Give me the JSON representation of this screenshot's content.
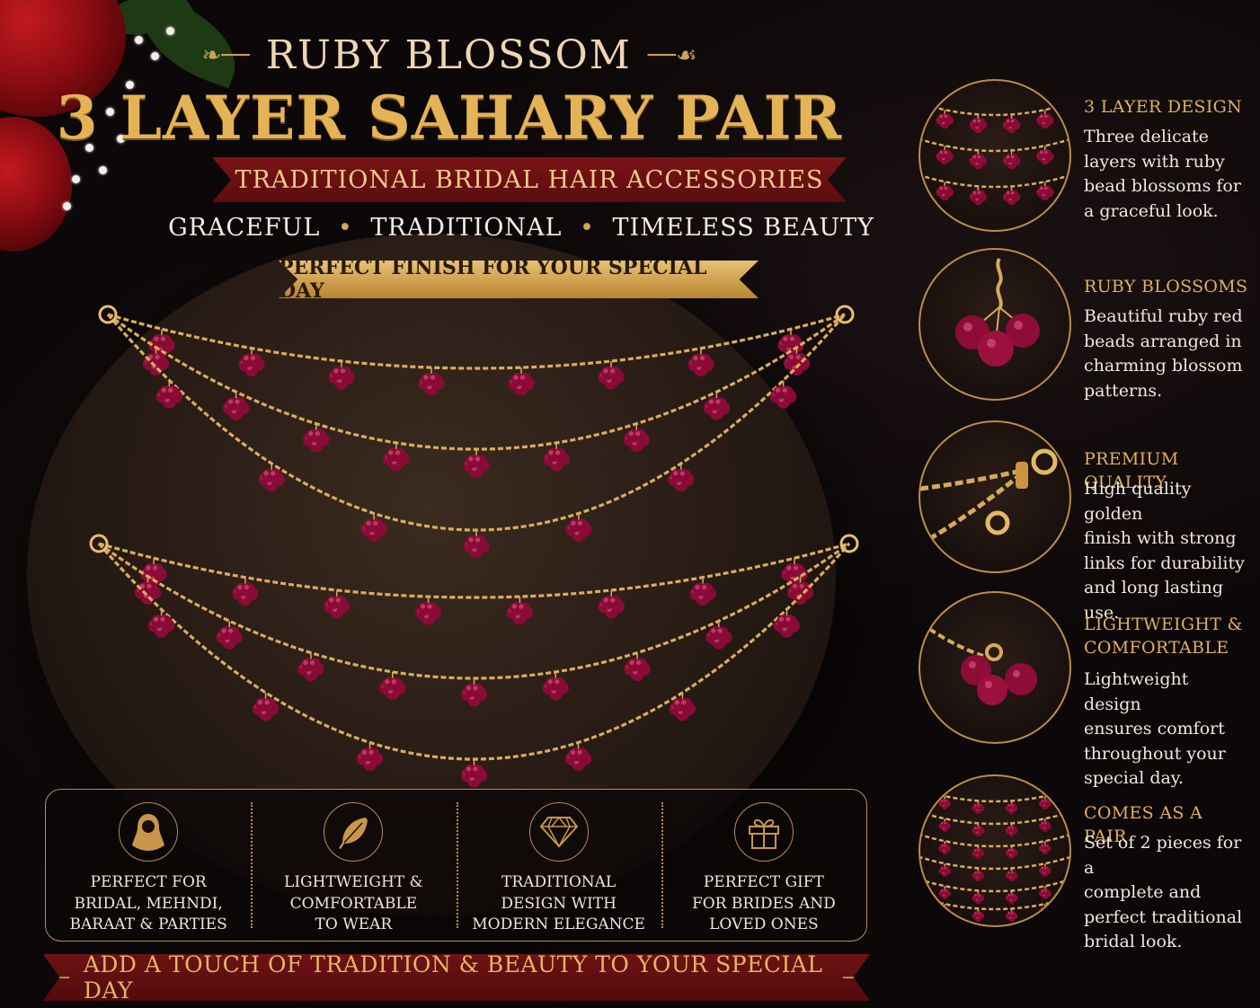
{
  "header": {
    "brand": "RUBY BLOSSOM",
    "title": "3 LAYER SAHARY PAIR",
    "subtitle": "TRADITIONAL BRIDAL HAIR ACCESSORIES",
    "qualities": [
      "GRACEFUL",
      "TRADITIONAL",
      "TIMELESS BEAUTY"
    ],
    "finish": "PERFECT FINISH FOR YOUR SPECIAL DAY"
  },
  "features": [
    {
      "icon": "bride-icon",
      "text": "PERFECT FOR\nBRIDAL, MEHNDI,\nBARAAT & PARTIES"
    },
    {
      "icon": "feather-icon",
      "text": "LIGHTWEIGHT &\nCOMFORTABLE\nTO WEAR"
    },
    {
      "icon": "diamond-icon",
      "text": "TRADITIONAL\nDESIGN WITH\nMODERN ELEGANCE"
    },
    {
      "icon": "gift-icon",
      "text": "PERFECT GIFT\nFOR BRIDES AND\nLOVED ONES"
    }
  ],
  "footer": "ADD A TOUCH OF TRADITION & BEAUTY TO YOUR SPECIAL DAY",
  "side": [
    {
      "heading": "3 LAYER DESIGN",
      "body": "Three delicate\nlayers with ruby\nbead blossoms for\na graceful look."
    },
    {
      "heading": "RUBY BLOSSOMS",
      "body": "Beautiful ruby red\nbeads arranged in\ncharming blossom\npatterns."
    },
    {
      "heading": "PREMIUM QUALITY",
      "body": "High quality golden\nfinish with strong\nlinks for durability\nand long lasting use."
    },
    {
      "heading": "LIGHTWEIGHT &\nCOMFORTABLE",
      "body": "Lightweight design\nensures comfort\nthroughout your\nspecial day."
    },
    {
      "heading": "COMES AS A PAIR",
      "body": "Set of 2 pieces for a\ncomplete and\nperfect traditional\nbridal look."
    }
  ],
  "colors": {
    "gold": "#e3b356",
    "ruby": "#9c0f3a",
    "maroon": "#6e1214",
    "background": "#0c0708"
  }
}
